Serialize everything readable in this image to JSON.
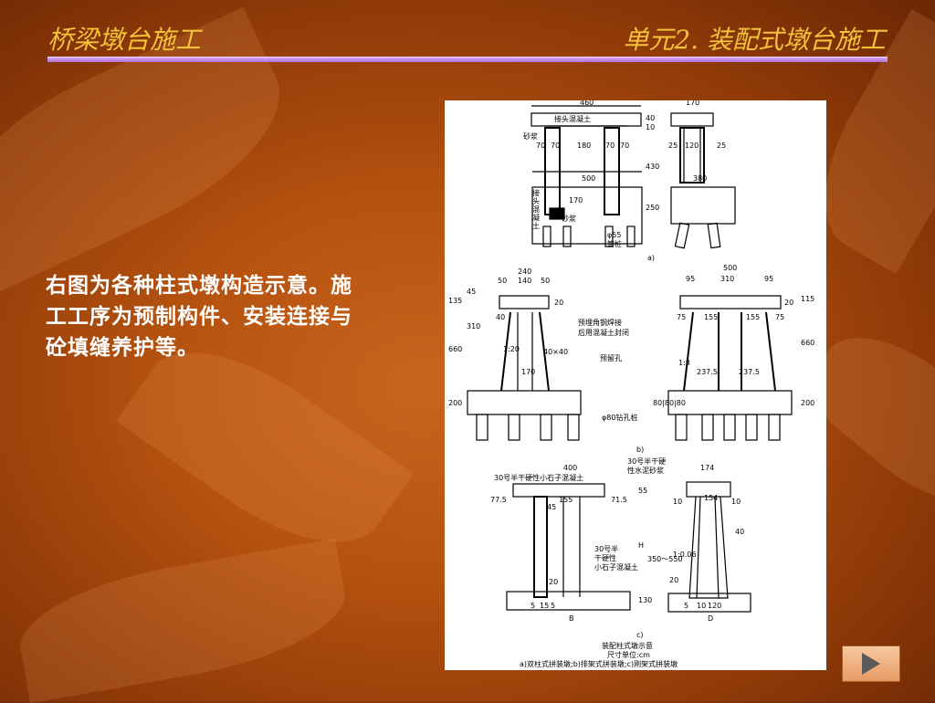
{
  "header": {
    "course_title": "桥梁墩台施工",
    "unit_title": "单元2. 装配式墩台施工"
  },
  "body": {
    "text": "右图为各种柱式墩构造示意。施工工序为预制构件、安装连接与砼填缝养护等。"
  },
  "figure": {
    "a": {
      "dims_top": [
        "460",
        "170"
      ],
      "label_joint": "接头混凝土",
      "label_mortar": "砂浆",
      "dims_row": [
        "70",
        "70",
        "180",
        "70",
        "70",
        "25",
        "120",
        "25"
      ],
      "dims_mid": [
        "500",
        "380"
      ],
      "side_dims": [
        "40",
        "10",
        "430",
        "170",
        "250"
      ],
      "label_side_joint": [
        "接",
        "头",
        "混",
        "凝",
        "土"
      ],
      "label_mortar2": "砂浆",
      "label_pile": "φ55",
      "label_pile2": "管桩",
      "caption": "a)"
    },
    "b": {
      "dims_top_left": [
        "240",
        "50",
        "140",
        "50"
      ],
      "dims_top_right": [
        "500",
        "95",
        "310",
        "95"
      ],
      "side_left": [
        "135",
        "45",
        "310",
        "660",
        "200"
      ],
      "side_right": [
        "115",
        "660",
        "200"
      ],
      "labels": [
        "40",
        "20",
        "75",
        "155",
        "155",
        "75",
        "20",
        "1:20",
        "40×40",
        "170",
        "237.5",
        "237.5",
        "1:8"
      ],
      "note_weld": "预埋角钢焊接",
      "note_seal": "后用混凝土封闭",
      "note_hole": "预留孔",
      "note_pile": "φ80钻孔桩",
      "note_pile_dim": "80|80|80",
      "caption": "b)"
    },
    "c": {
      "dims_top": [
        "400",
        "174"
      ],
      "note_cap": "30号半干硬性小石子混凝土",
      "note_mortar": [
        "30号半干硬",
        "性水泥砂浆"
      ],
      "dims_row": [
        "77.5",
        "155",
        "71.5",
        "10",
        "154",
        "10"
      ],
      "labels_left": [
        "45",
        "20",
        "5",
        "15",
        "5"
      ],
      "labels_right": [
        "5",
        "20",
        "40",
        "10",
        "120"
      ],
      "side": [
        "55",
        "H",
        "350～550",
        "1:0.06",
        "130"
      ],
      "note_fill": [
        "30号半",
        "干硬性",
        "小石子混凝土"
      ],
      "base_labels": [
        "B",
        "D"
      ],
      "caption": "c)"
    },
    "title": "装配柱式墩示意",
    "unit": "尺寸单位:cm",
    "legend": "a)双柱式拼装墩;b)排架式拼装墩;c)刚架式拼装墩"
  },
  "nav": {
    "next_icon": "play-triangle-icon"
  },
  "colors": {
    "header_text": "#f3c23a",
    "rule": "#c080e0",
    "body_text": "#ffffff"
  }
}
